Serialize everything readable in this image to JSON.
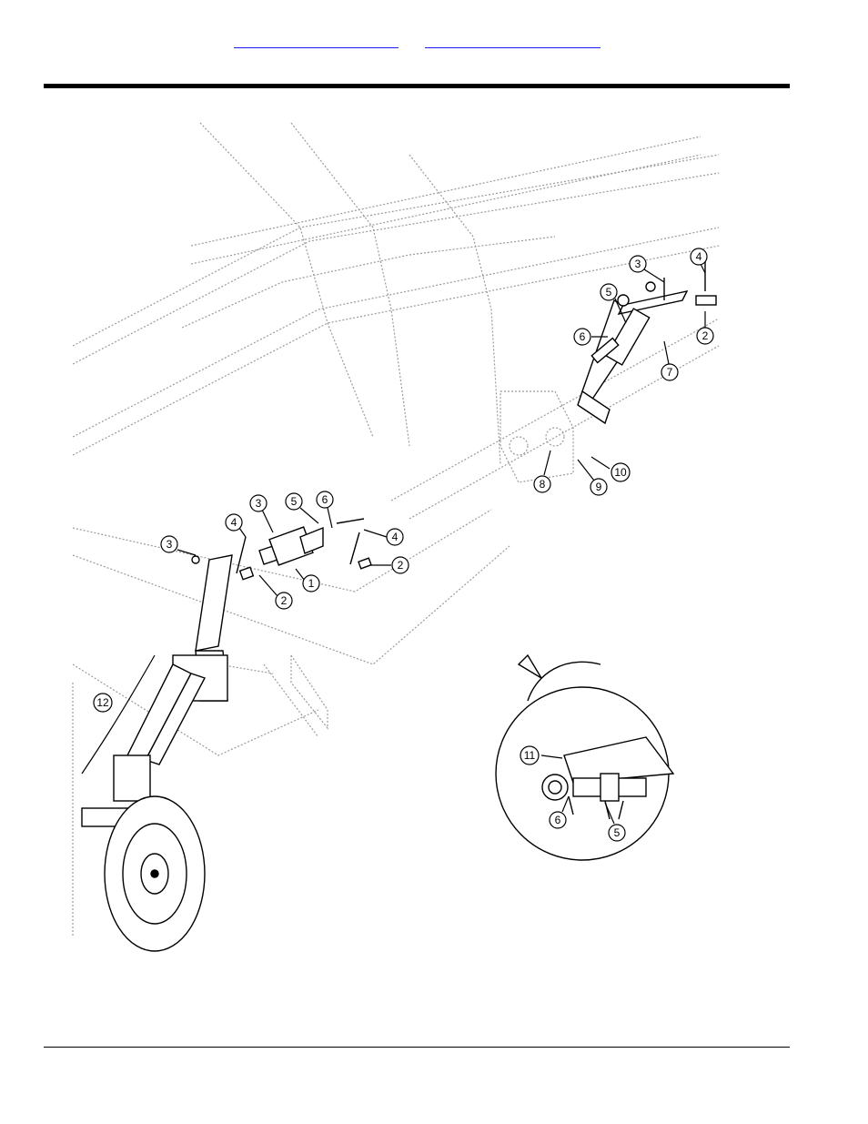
{
  "header": {
    "links": [
      "",
      ""
    ]
  },
  "callouts": {
    "c1": "1",
    "c2a": "2",
    "c2b": "2",
    "c2c": "2",
    "c3a": "3",
    "c3b": "3",
    "c3c": "3",
    "c4a": "4",
    "c4b": "4",
    "c4c": "4",
    "c5a": "5",
    "c5b": "5",
    "c5c": "5",
    "c6a": "6",
    "c6b": "6",
    "c6c": "6",
    "c7": "7",
    "c8": "8",
    "c9": "9",
    "c10": "10",
    "c11": "11",
    "c12": "12"
  },
  "colors": {
    "link": "#1a1aff",
    "rule": "#000000",
    "frame_line": "#9a9a9a",
    "part_line": "#000000"
  }
}
